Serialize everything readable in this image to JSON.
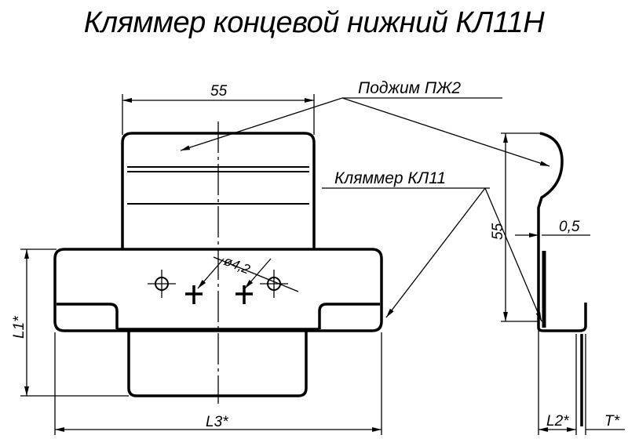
{
  "title": "Кляммер концевой нижний КЛ11Н",
  "labels": {
    "dim_width_top": "55",
    "callout_clamp": "Поджим ПЖ2",
    "callout_klammer": "Кляммер КЛ11",
    "dim_hole": "ø4,2",
    "dim_side_height": "55",
    "dim_thickness": "0,5",
    "dim_l1": "L1*",
    "dim_l3": "L3*",
    "dim_l2": "L2*",
    "dim_t": "T*"
  }
}
